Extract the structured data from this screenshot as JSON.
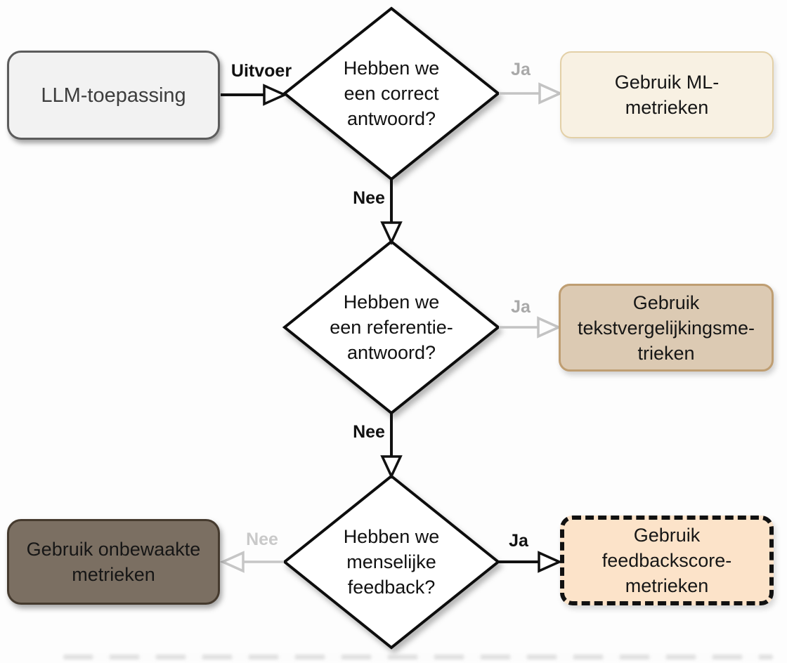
{
  "diagram": {
    "language": "nl",
    "background_color": "#fdfdfd",
    "nodes": {
      "llm_app": {
        "label": "LLM-toepassing",
        "shape": "rounded-rect",
        "fill": "#f2f2f2",
        "border_color": "#5c5c5c",
        "text_color": "#3d3d3d"
      },
      "q_correct": {
        "label": "Hebben we\neen correct\nantwoord?",
        "shape": "diamond",
        "fill": "#ffffff",
        "border_color": "#111111"
      },
      "q_reference": {
        "label": "Hebben we\neen referentie-\nantwoord?",
        "shape": "diamond",
        "fill": "#ffffff",
        "border_color": "#111111"
      },
      "q_feedback": {
        "label": "Hebben we\nmenselijke\nfeedback?",
        "shape": "diamond",
        "fill": "#ffffff",
        "border_color": "#111111"
      },
      "ml_metrics": {
        "label": "Gebruik ML-\nmetrieken",
        "shape": "rounded-rect",
        "fill": "#f8f1e3",
        "border_color": "#e3d0a7"
      },
      "text_comparison_metrics": {
        "label": "Gebruik\ntekstvergelijkingsme-\ntrieken",
        "shape": "rounded-rect",
        "fill": "#dccab3",
        "border_color": "#bf9e72"
      },
      "unsupervised_metrics": {
        "label": "Gebruik onbewaakte\nmetrieken",
        "shape": "rounded-rect",
        "fill": "#7b6f62",
        "border_color": "#453a2e"
      },
      "feedback_score_metrics": {
        "label": "Gebruik\nfeedbackscore-\nmetrieken",
        "shape": "rounded-rect-dashed",
        "fill": "#fce3c9",
        "border_color": "#111111",
        "border_style": "dashed"
      }
    },
    "edges": {
      "uitvoer": {
        "label": "Uitvoer",
        "from": "llm_app",
        "to": "q_correct",
        "color": "#111111",
        "label_color": "#111111"
      },
      "ja1": {
        "label": "Ja",
        "from": "q_correct",
        "to": "ml_metrics",
        "color": "#c3c3c3",
        "label_color": "#a9a9a9"
      },
      "nee1": {
        "label": "Nee",
        "from": "q_correct",
        "to": "q_reference",
        "color": "#111111",
        "label_color": "#111111"
      },
      "ja2": {
        "label": "Ja",
        "from": "q_reference",
        "to": "text_comparison_metrics",
        "color": "#c3c3c3",
        "label_color": "#a9a9a9"
      },
      "nee2": {
        "label": "Nee",
        "from": "q_reference",
        "to": "q_feedback",
        "color": "#111111",
        "label_color": "#111111"
      },
      "ja3": {
        "label": "Ja",
        "from": "q_feedback",
        "to": "feedback_score_metrics",
        "color": "#111111",
        "label_color": "#111111"
      },
      "nee3": {
        "label": "Nee",
        "from": "q_feedback",
        "to": "unsupervised_metrics",
        "color": "#c6c6c6",
        "label_color": "#c9c9c9"
      }
    }
  }
}
